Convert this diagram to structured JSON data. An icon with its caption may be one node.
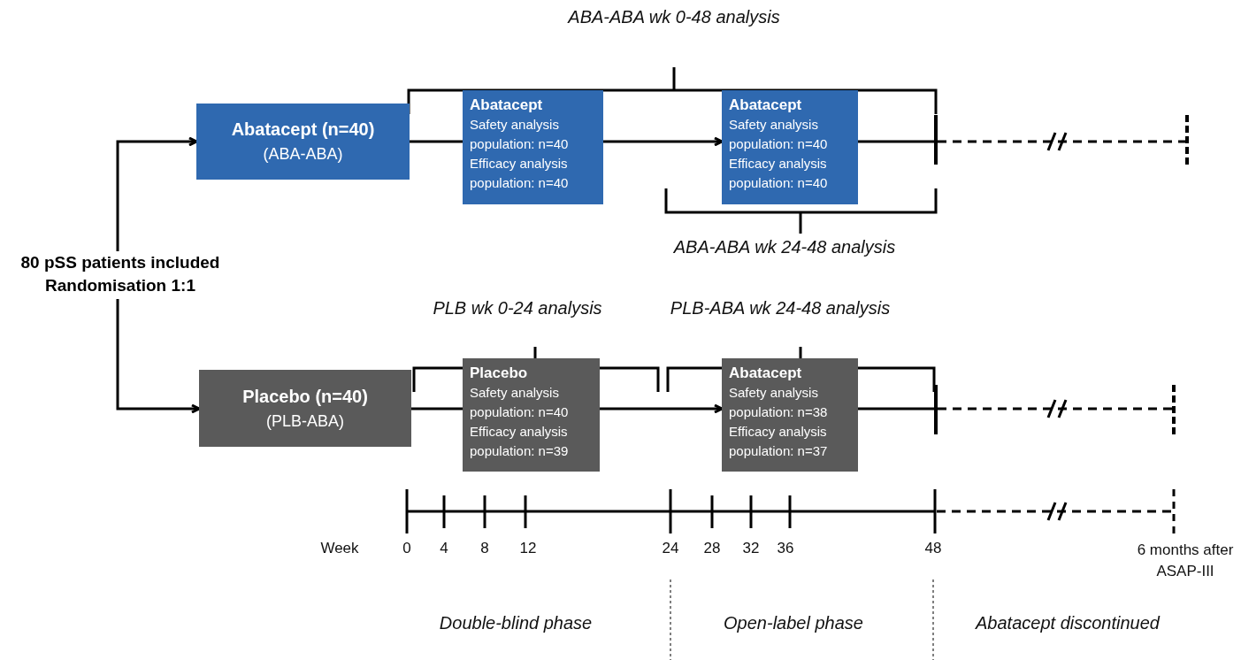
{
  "diagram": {
    "nodes": [
      {
        "text": [
          "80 pSS patients included Randomisation 1:1"
        ]
      },
      {
        "text": [
          "Abatacept (n=40)",
          "(ABA-ABA)"
        ]
      },
      {
        "text": [
          "Abatacept",
          "Safety analysis population: n=40",
          "Efficacy analysis population: n=40"
        ]
      },
      {
        "text": [
          "Abatacept",
          "Safety analysis population: n=40",
          "Efficacy analysis population: n=40"
        ]
      },
      {
        "text": [],
        "shape": "bar"
      },
      {
        "text": [],
        "shape": "bar"
      },
      {
        "text": [
          "Placebo (n=40)",
          "(PLB-ABA)"
        ]
      },
      {
        "text": [
          "Placebo",
          "Safety analysis population: n=40",
          "Efficacy analysis population: n=39"
        ]
      },
      {
        "text": [
          "Abatacept",
          "Safety analysis population: n=38",
          "Efficacy analysis population: n=37"
        ]
      },
      {
        "text": [],
        "shape": "bar"
      },
      {
        "text": [],
        "shape": "bar"
      }
    ],
    "edges": [
      {
        "from": 0,
        "to": 1,
        "arrow": "to"
      },
      {
        "from": 1,
        "to": 2,
        "arrow": "none"
      },
      {
        "from": 2,
        "to": 3,
        "arrow": "to"
      },
      {
        "from": 3,
        "to": 4,
        "arrow": "none"
      },
      {
        "from": 4,
        "to": 5,
        "arrow": "none",
        "style": "dashed"
      },
      {
        "from": 0,
        "to": 6,
        "arrow": "to"
      },
      {
        "from": 6,
        "to": 7,
        "arrow": "none"
      },
      {
        "from": 7,
        "to": 8,
        "arrow": "to"
      },
      {
        "from": 8,
        "to": 9,
        "arrow": "none"
      },
      {
        "from": 9,
        "to": 10,
        "arrow": "none",
        "style": "dashed"
      }
    ],
    "labels": [
      "ABA-ABA  wk 0-48 analysis",
      "ABA-ABA  wk 24-48 analysis",
      "PLB wk 0-24 analysis",
      "PLB-ABA  wk 24-48 analysis",
      "Week",
      "0",
      "4",
      "8",
      "12",
      "24",
      "28",
      "32",
      "36",
      "48",
      "6 months after ASAP-III",
      "Double-blind phase",
      "Open-label phase",
      "Abatacept discontinued"
    ]
  }
}
